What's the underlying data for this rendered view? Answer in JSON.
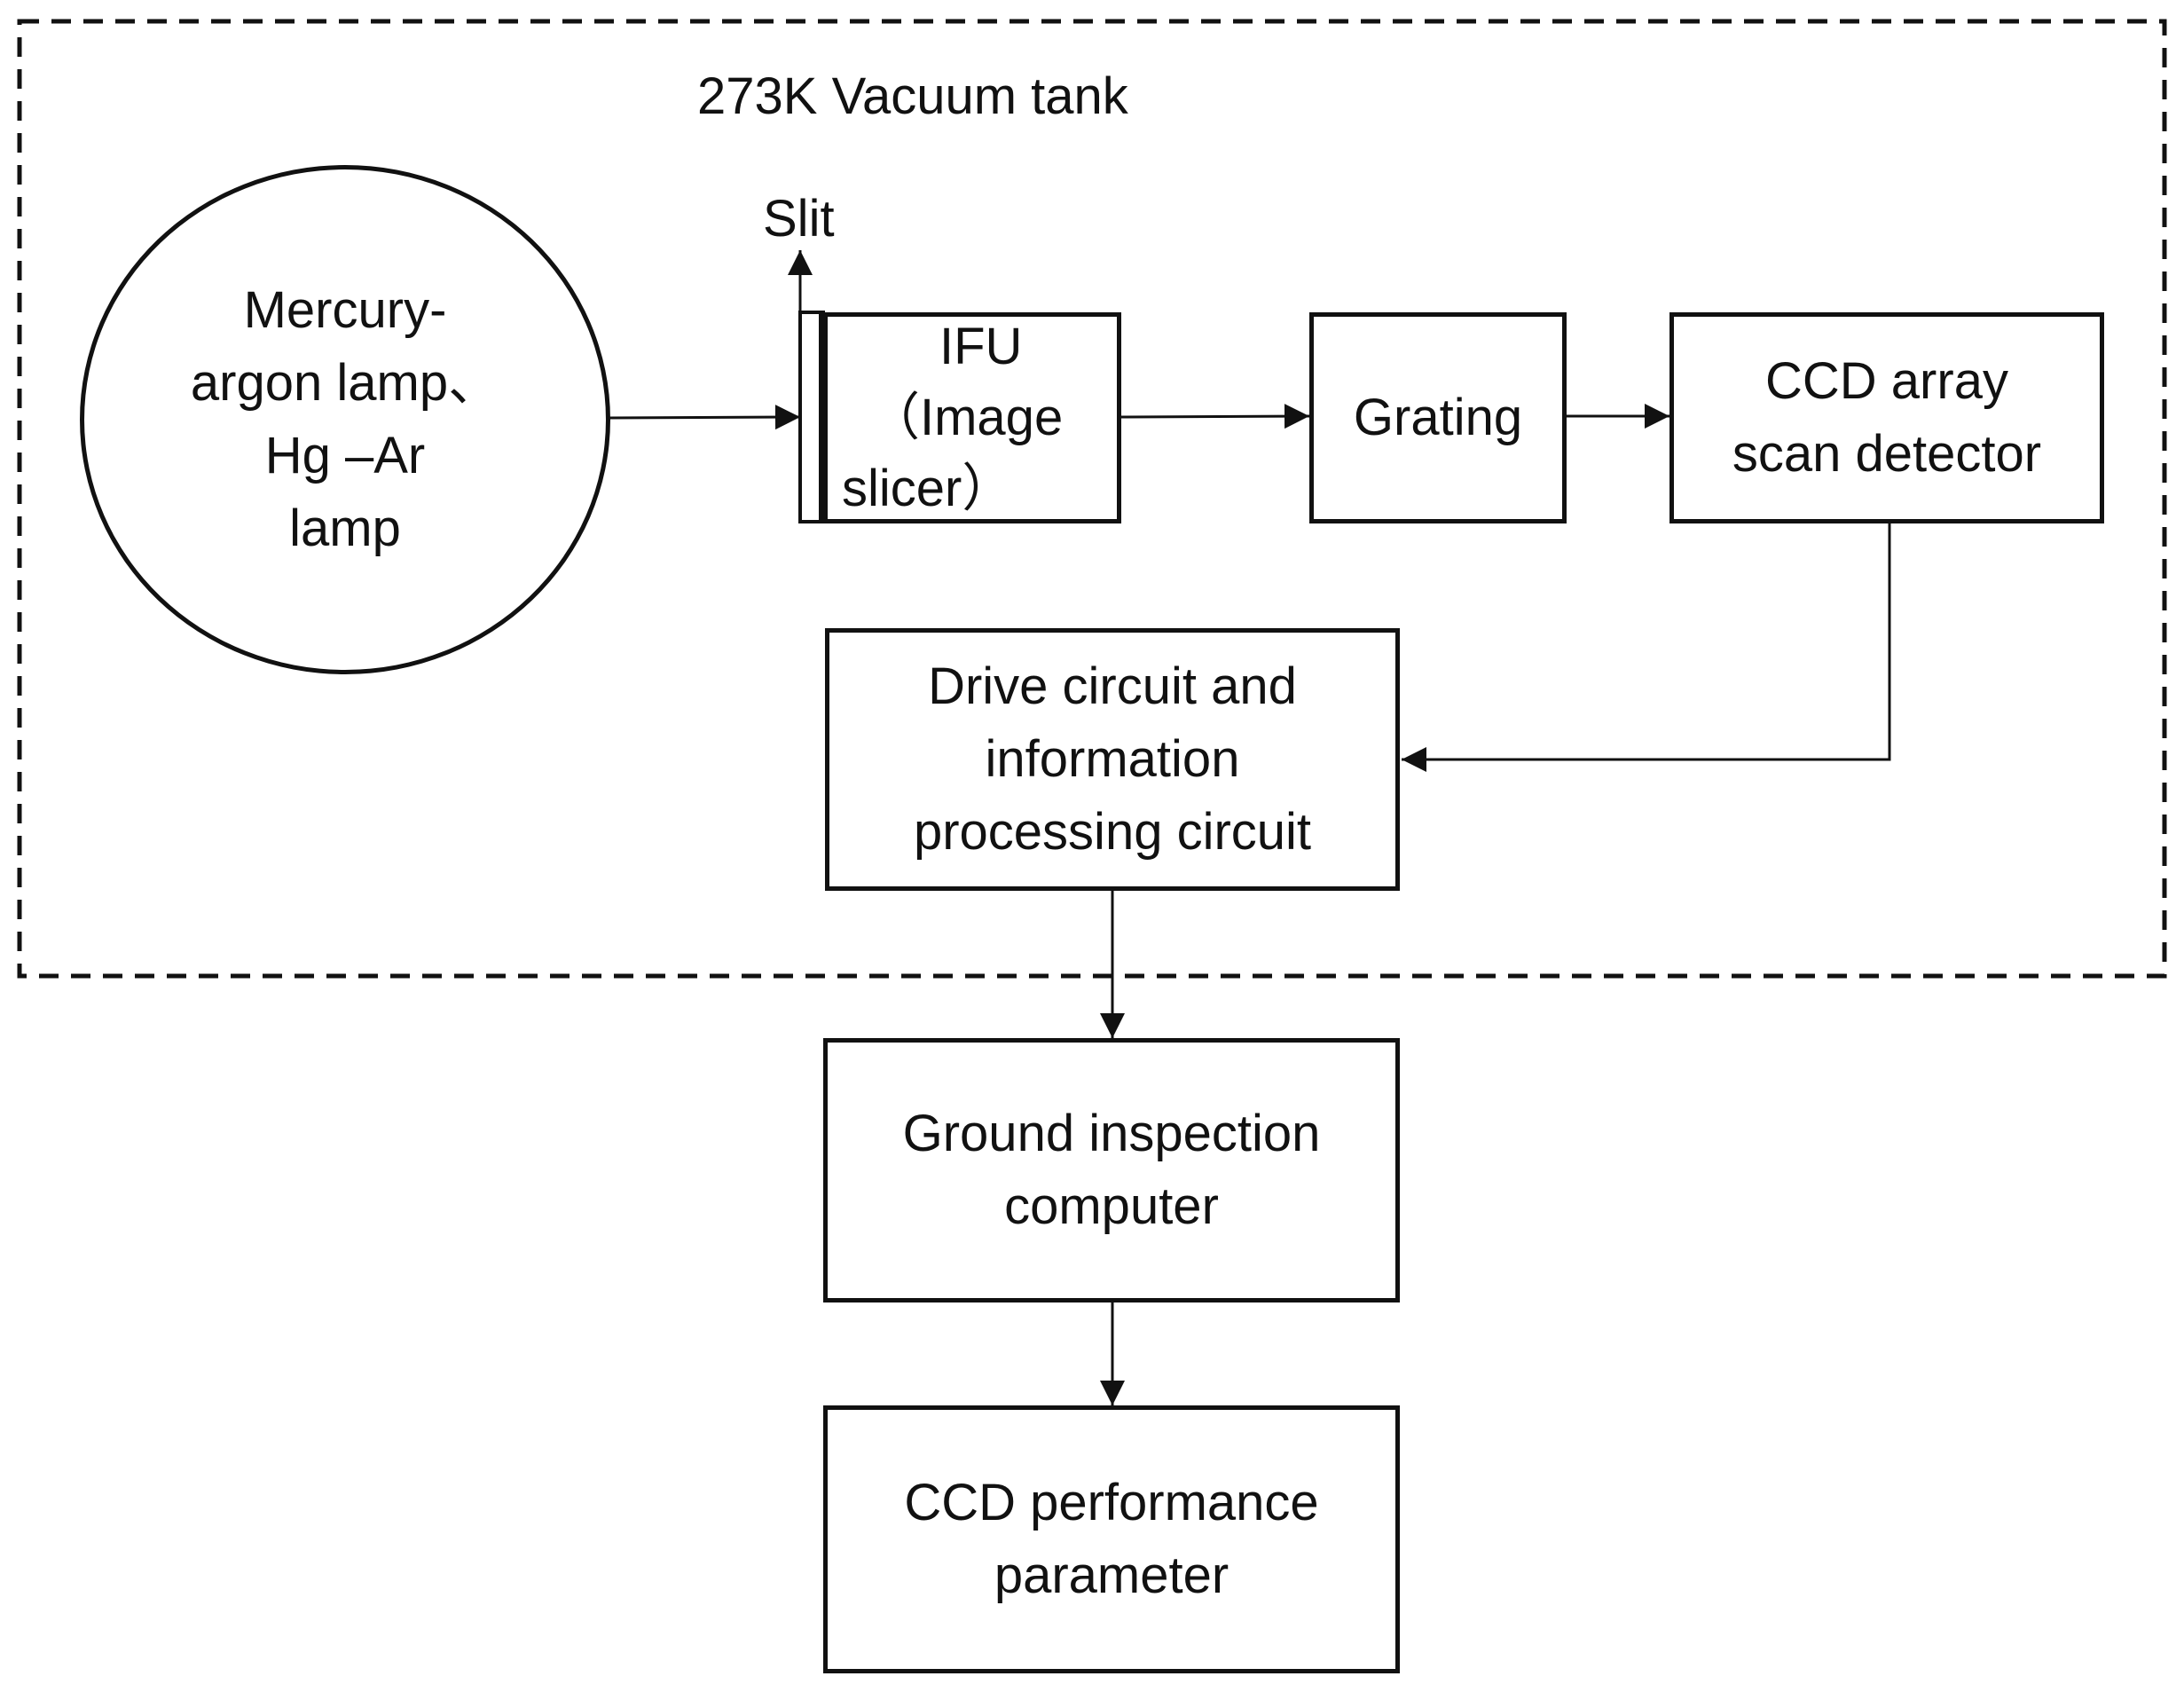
{
  "enclosure": {
    "label": "273K Vacuum tank"
  },
  "lamp": {
    "lines": [
      "Mercury-",
      "argon lamp、",
      "Hg –Ar",
      "lamp"
    ]
  },
  "slit": {
    "label": "Slit"
  },
  "ifu": {
    "lines": [
      "IFU",
      "（Image",
      "slicer）"
    ]
  },
  "grating": {
    "label": "Grating"
  },
  "ccd_detector": {
    "lines": [
      "CCD array",
      "scan detector"
    ]
  },
  "drive_circuit": {
    "lines": [
      "Drive circuit and",
      "information",
      "processing circuit"
    ]
  },
  "ground_computer": {
    "lines": [
      "Ground inspection",
      "computer"
    ]
  },
  "ccd_parameter": {
    "lines": [
      "CCD performance",
      "parameter"
    ]
  }
}
